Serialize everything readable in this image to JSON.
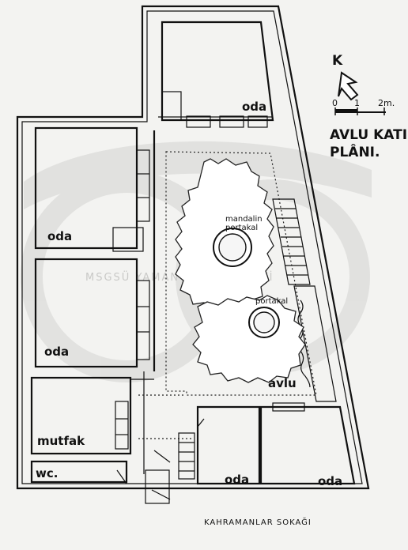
{
  "plan": {
    "title_line1": "AVLU KATI",
    "title_line2": "PLÂNI.",
    "north_letter": "K",
    "scale": {
      "zero": "0",
      "one": "1",
      "two": "2m."
    },
    "street": "KAHRAMANLAR SOKAĞI",
    "watermark": "MSGSÜ YAMAN DEMİR ARŞİVİ",
    "rooms": {
      "oda_top": "oda",
      "oda_left_1": "oda",
      "oda_left_2": "oda",
      "mutfak": "mutfak",
      "wc": "wc.",
      "oda_bottom_1": "oda",
      "oda_bottom_2": "oda"
    },
    "courtyard": "avlu",
    "trees": {
      "tree_1_line1": "mandalin",
      "tree_1_line2": "portakal",
      "tree_2": "portakal"
    }
  }
}
